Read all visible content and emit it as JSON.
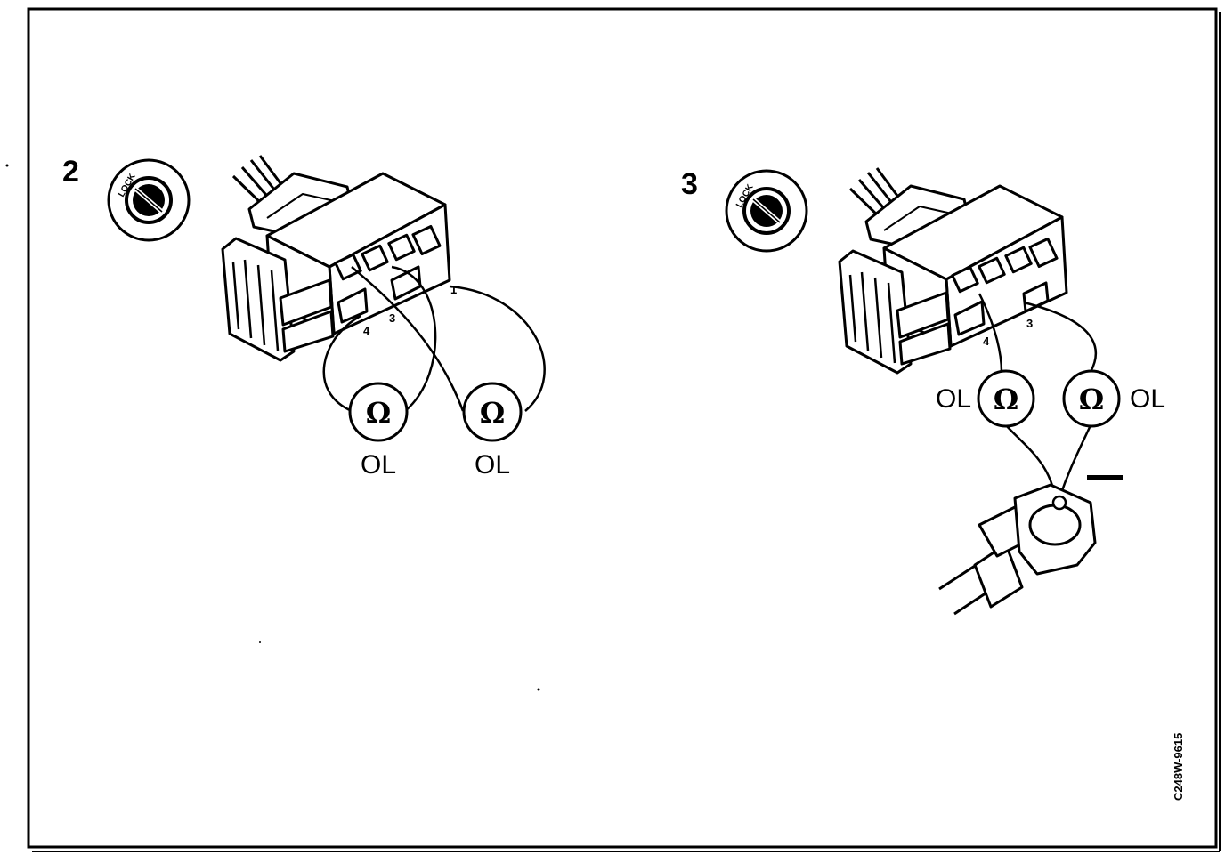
{
  "diagram": {
    "code": "C248W-9615",
    "step2": {
      "number": "2",
      "lock_label": "LOCK",
      "pins": [
        "4",
        "3",
        "1"
      ],
      "meters": [
        {
          "symbol": "Ω",
          "reading": "OL"
        },
        {
          "symbol": "Ω",
          "reading": "OL"
        }
      ]
    },
    "step3": {
      "number": "3",
      "lock_label": "LOCK",
      "pins": [
        "4",
        "3"
      ],
      "meters": [
        {
          "symbol": "Ω",
          "reading": "OL"
        },
        {
          "symbol": "Ω",
          "reading": "OL"
        }
      ],
      "polarity": "–"
    }
  }
}
